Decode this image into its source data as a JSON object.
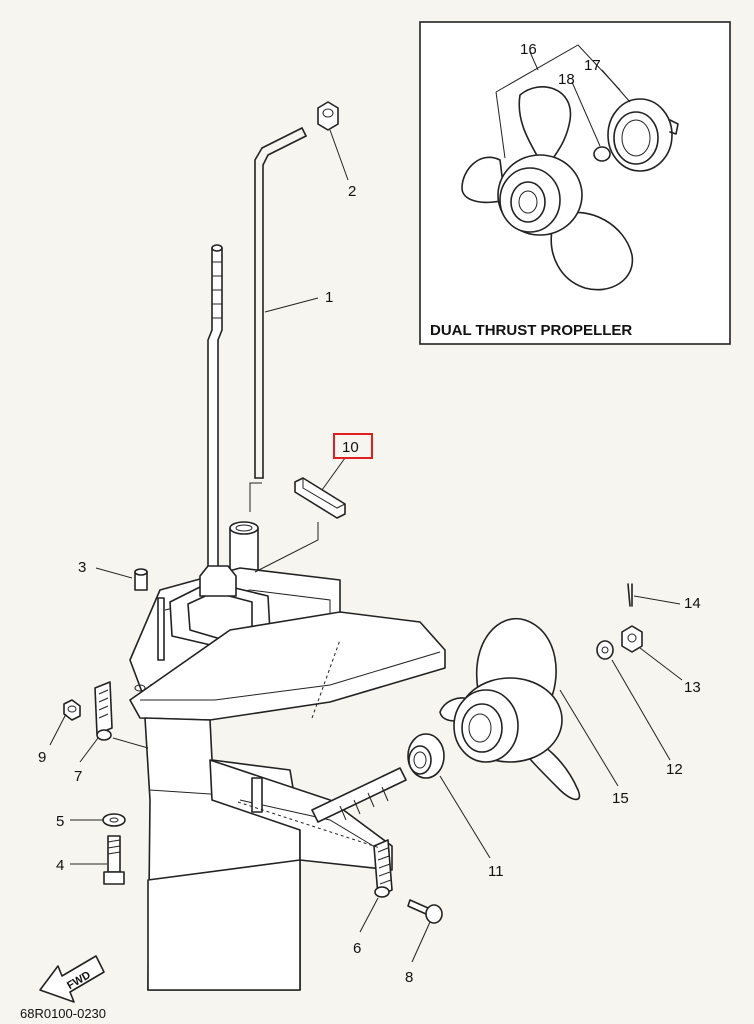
{
  "diagram": {
    "part_labels": [
      {
        "id": "p1",
        "text": "1"
      },
      {
        "id": "p2",
        "text": "2"
      },
      {
        "id": "p3",
        "text": "3"
      },
      {
        "id": "p4",
        "text": "4"
      },
      {
        "id": "p5",
        "text": "5"
      },
      {
        "id": "p6",
        "text": "6"
      },
      {
        "id": "p7",
        "text": "7"
      },
      {
        "id": "p8",
        "text": "8"
      },
      {
        "id": "p9",
        "text": "9"
      },
      {
        "id": "p10",
        "text": "10",
        "highlighted": true
      },
      {
        "id": "p11",
        "text": "11"
      },
      {
        "id": "p12",
        "text": "12"
      },
      {
        "id": "p13",
        "text": "13"
      },
      {
        "id": "p14",
        "text": "14"
      },
      {
        "id": "p15",
        "text": "15"
      },
      {
        "id": "p16",
        "text": "16"
      },
      {
        "id": "p17",
        "text": "17"
      },
      {
        "id": "p18",
        "text": "18"
      }
    ],
    "inset_title": "DUAL THRUST PROPELLER",
    "direction_label": "FWD",
    "drawing_code": "68R0100-0230",
    "colors": {
      "background": "#f6f5ef",
      "line": "#222222",
      "highlight": "#e02020"
    }
  }
}
